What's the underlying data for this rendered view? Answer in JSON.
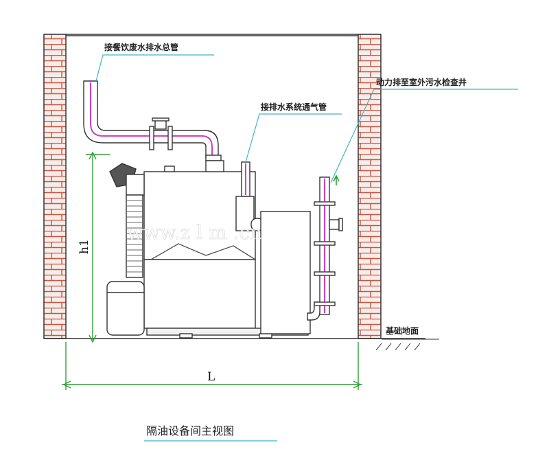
{
  "labels": {
    "top_pipe": "接餐饮废水排水总管",
    "vent_pipe": "接排水系统通气管",
    "discharge": "动力排至室外污水检查井",
    "ground": "基础地面"
  },
  "dimensions": {
    "height": "h1",
    "length": "L"
  },
  "caption": "隔油设备间主视图",
  "watermark": "www.z l m .cn",
  "colors": {
    "brick": "#c8553f",
    "accent_pipe": "#d33cc7",
    "dimension_line": "#2f9e3a",
    "leader_line": "#3fb4c9",
    "outline": "#333333"
  }
}
